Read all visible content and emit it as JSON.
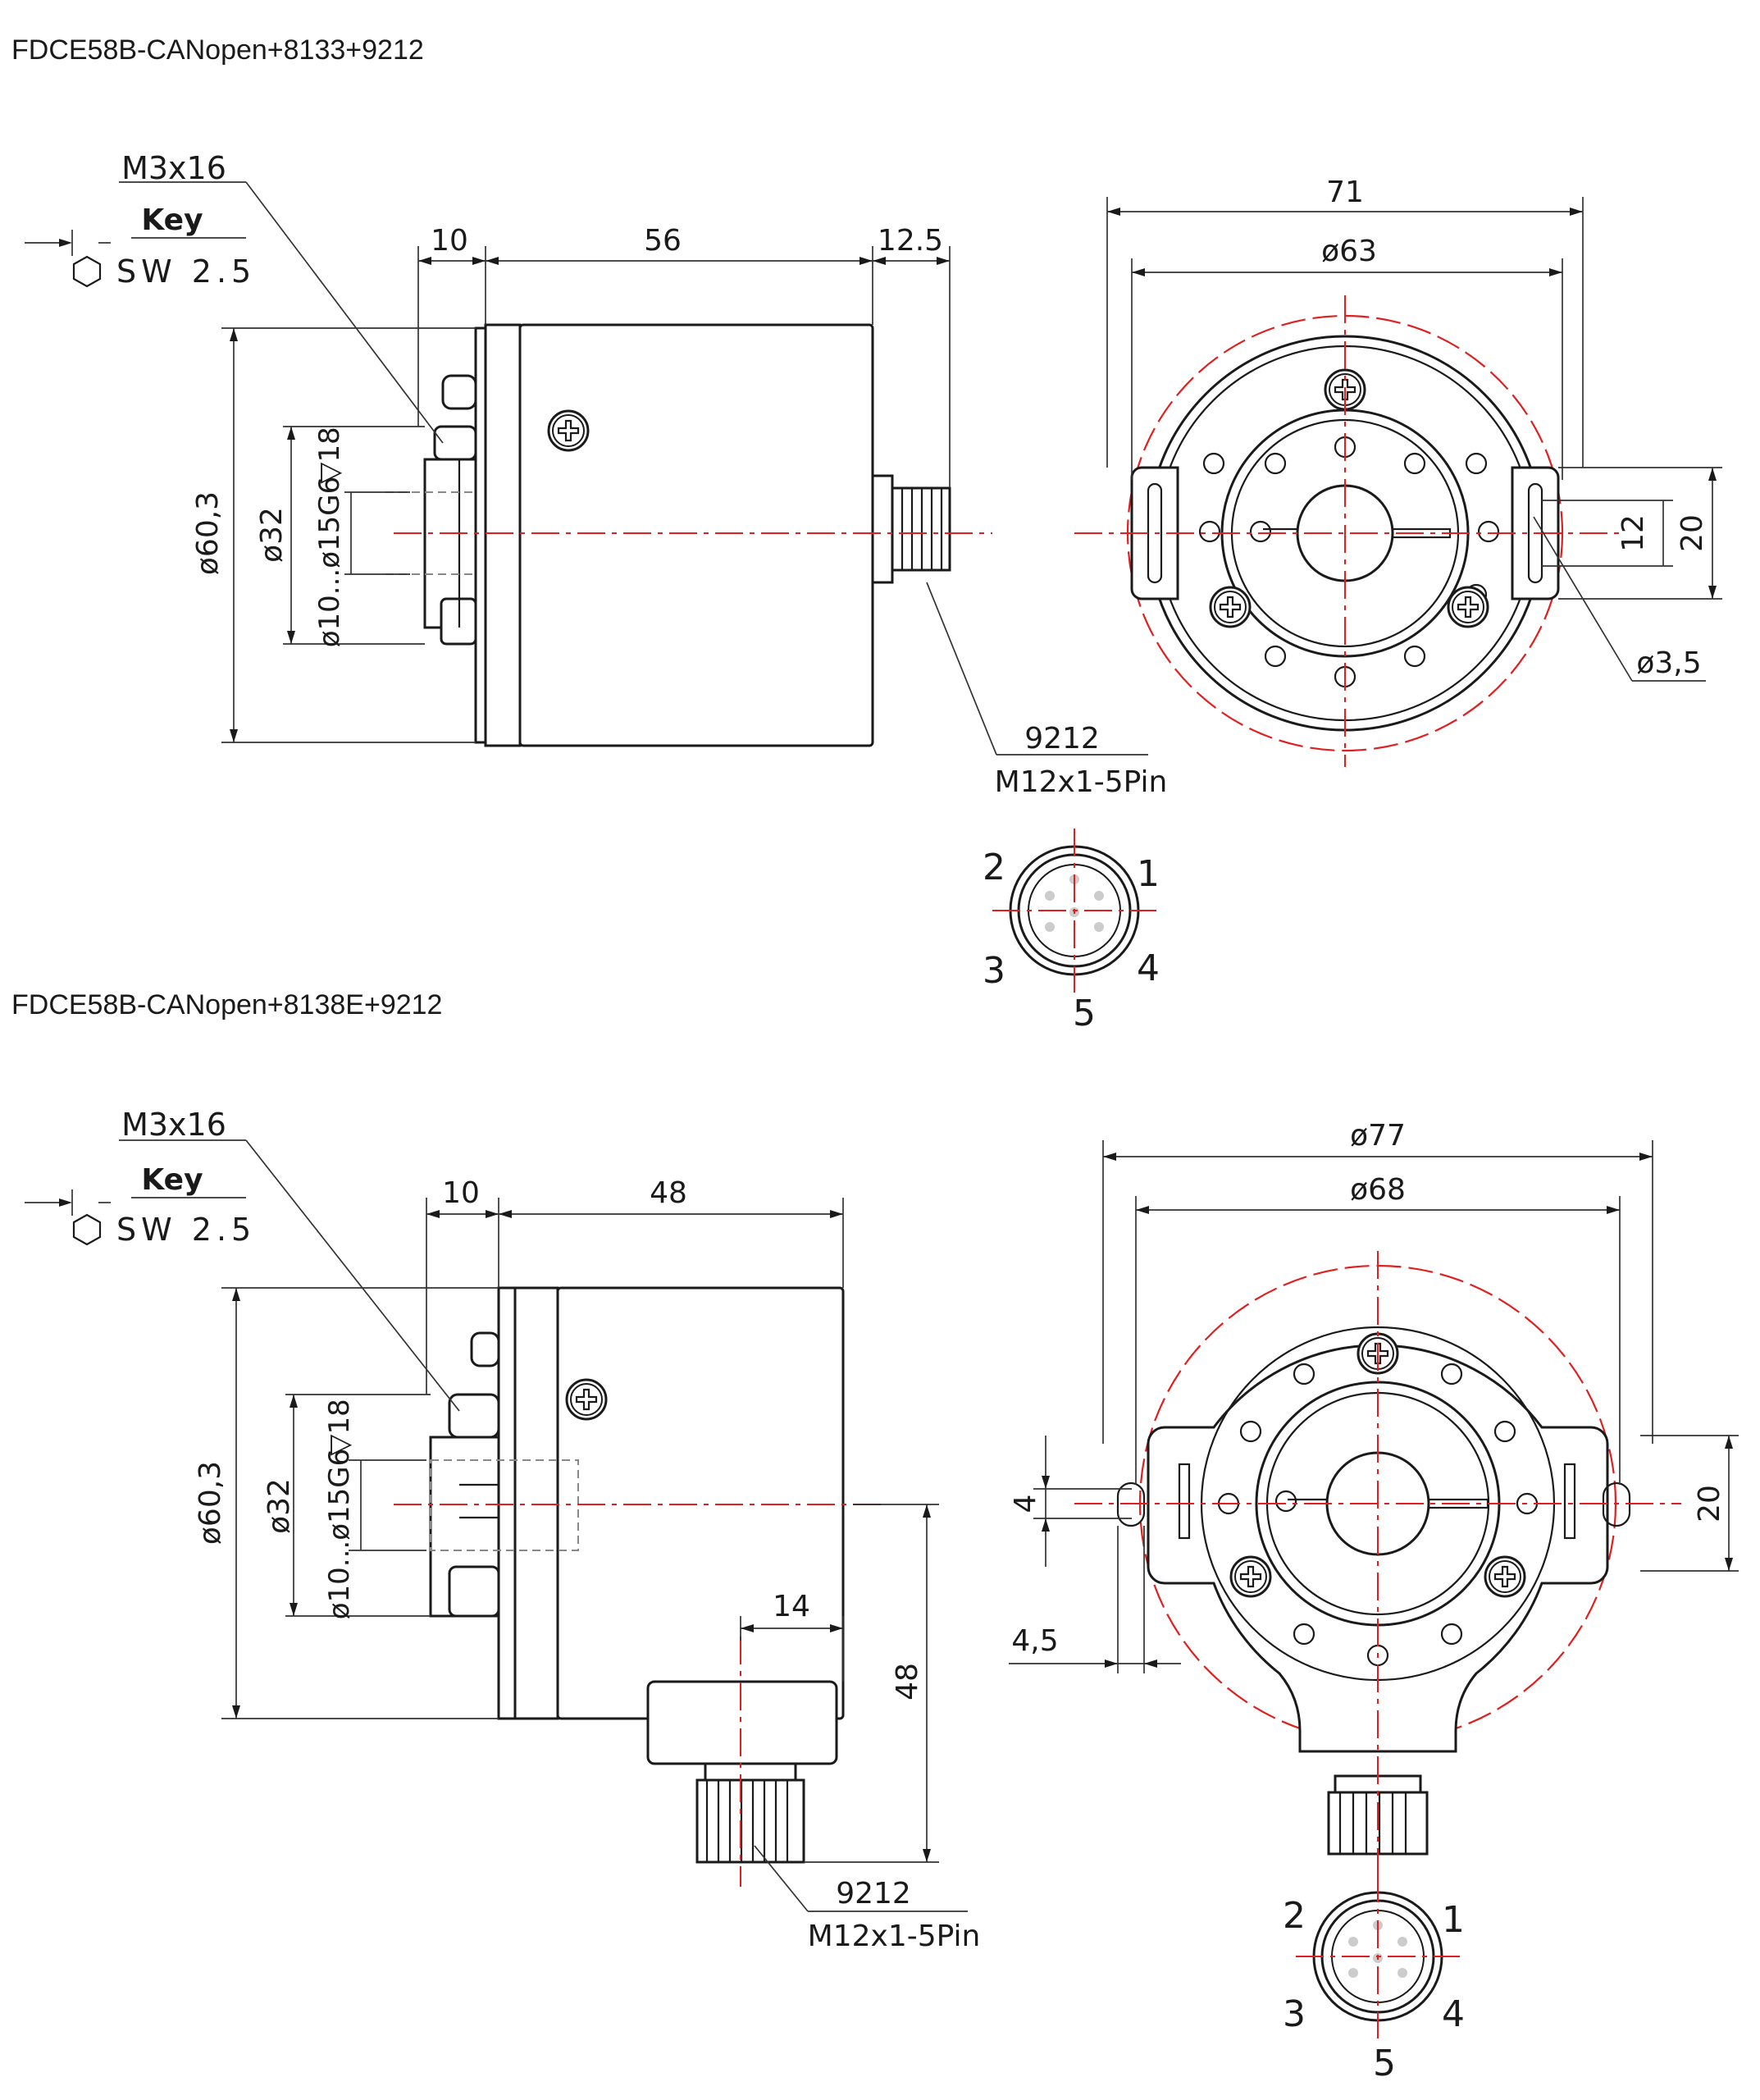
{
  "drawings": [
    {
      "title": "FDCE58B-CANopen+8133+9212",
      "screw_label": "M3x16",
      "key_label": "Key",
      "tool_label": "SW 2.5",
      "dim_flange": "10",
      "dim_body_length": "56",
      "dim_connector": "12.5",
      "dim_body_diameter": "ø60,3",
      "dim_collar": "ø32",
      "dim_shaft": "ø10...ø15G6",
      "dim_depth": "▽18",
      "connector_code": "9212",
      "connector_spec": "M12x1-5Pin",
      "dim_outer": "71",
      "dim_bolt_circle": "ø63",
      "dim_slot_inner": "12",
      "dim_slot_outer": "20",
      "dim_hole": "ø3,5"
    },
    {
      "title": "FDCE58B-CANopen+8138E+9212",
      "screw_label": "M3x16",
      "key_label": "Key",
      "tool_label": "SW 2.5",
      "dim_flange": "10",
      "dim_body_length": "48",
      "dim_body_diameter": "ø60,3",
      "dim_collar": "ø32",
      "dim_shaft": "ø10...ø15G6",
      "dim_depth": "▽18",
      "dim_connector_offset": "14",
      "dim_connector_height": "48",
      "connector_code": "9212",
      "connector_spec": "M12x1-5Pin",
      "dim_outer": "ø77",
      "dim_bolt_circle": "ø68",
      "dim_slot_width": "4",
      "dim_slot_offset": "4,5",
      "dim_slot_pitch": "20"
    }
  ],
  "pin_labels": [
    "1",
    "2",
    "3",
    "4",
    "5"
  ],
  "colors": {
    "line": "#1a1a1a",
    "centerline": "#e02020",
    "hidden": "#888888"
  },
  "icons": [
    "hexagon-icon"
  ]
}
